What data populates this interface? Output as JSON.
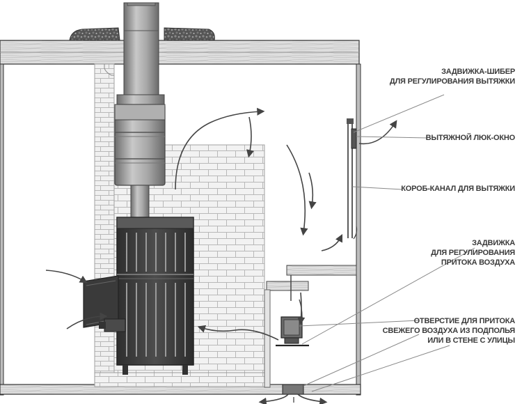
{
  "labels": {
    "damper_exhaust_line1": "ЗАДВИЖКА-ШИБЕР",
    "damper_exhaust_line2": "ДЛЯ РЕГУЛИРОВАНИЯ ВЫТЯЖКИ",
    "exhaust_hatch": "ВЫТЯЖНОЙ ЛЮК-ОКНО",
    "exhaust_duct": "КОРОБ-КАНАЛ ДЛЯ ВЫТЯЖКИ",
    "damper_intake_line1": "ЗАДВИЖКА",
    "damper_intake_line2": "ДЛЯ РЕГУЛИРОВАНИЯ",
    "damper_intake_line3": "ПРИТОКА ВОЗДУХА",
    "intake_opening_line1": "ОТВЕРСТИЕ ДЛЯ ПРИТОКА",
    "intake_opening_line2": "СВЕЖЕГО ВОЗДУХА ИЗ ПОДПОЛЬЯ",
    "intake_opening_line3": "ИЛИ В СТЕНЕ С УЛИЦЫ"
  },
  "colors": {
    "outline": "#333333",
    "wood": "#dcdcdc",
    "brick_fill": "#f2f2f2",
    "brick_line": "#b5b5b5",
    "stove_dark": "#3c3c3c",
    "pipe_metal": "#9a9a9a",
    "arrow": "#444444",
    "label_text": "#3a3a3a"
  }
}
